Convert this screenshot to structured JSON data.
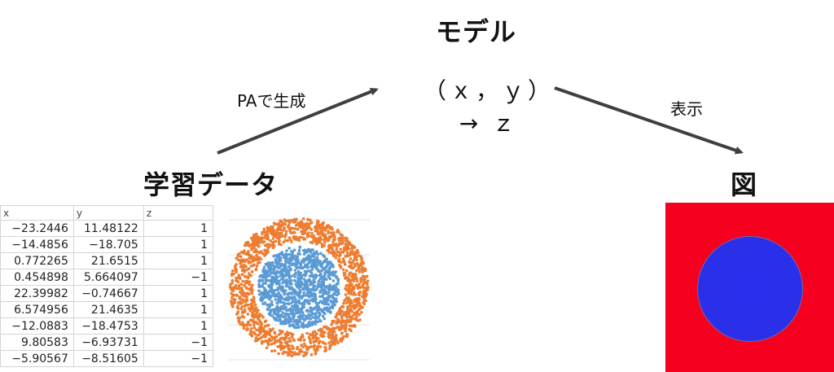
{
  "titles": {
    "model": "モデル",
    "training_data": "学習データ",
    "figure": "図"
  },
  "formula": {
    "line1": "（ｘ，ｙ）",
    "line2": "→ ｚ"
  },
  "arrow_labels": {
    "generate": "PAで生成",
    "display": "表示"
  },
  "table": {
    "headers": [
      "x",
      "y",
      "z"
    ],
    "rows": [
      [
        "−23.2446",
        "11.48122",
        "1"
      ],
      [
        "−14.4856",
        "−18.705",
        "1"
      ],
      [
        "0.772265",
        "21.6515",
        "1"
      ],
      [
        "0.454898",
        "5.664097",
        "−1"
      ],
      [
        "22.39982",
        "−0.74667",
        "1"
      ],
      [
        "6.574956",
        "21.4635",
        "1"
      ],
      [
        "−12.0883",
        "−18.4753",
        "1"
      ],
      [
        "9.80583",
        "−6.93731",
        "−1"
      ],
      [
        "−5.90567",
        "−8.51605",
        "−1"
      ]
    ]
  },
  "colors": {
    "outer_class": "#ed7d31",
    "inner_class": "#5b9bd5",
    "figure_background": "#f5001f",
    "figure_circle": "#2a2fe8",
    "arrow": "#3f3f3f"
  },
  "chart_data": {
    "type": "scatter",
    "title": "",
    "xlabel": "",
    "ylabel": "",
    "series": [
      {
        "name": "",
        "color": "#5b9bd5",
        "class": -1,
        "r_range": [
          0,
          14
        ]
      },
      {
        "name": "",
        "color": "#ed7d31",
        "class": 1,
        "r_range": [
          16,
          24
        ]
      }
    ]
  }
}
